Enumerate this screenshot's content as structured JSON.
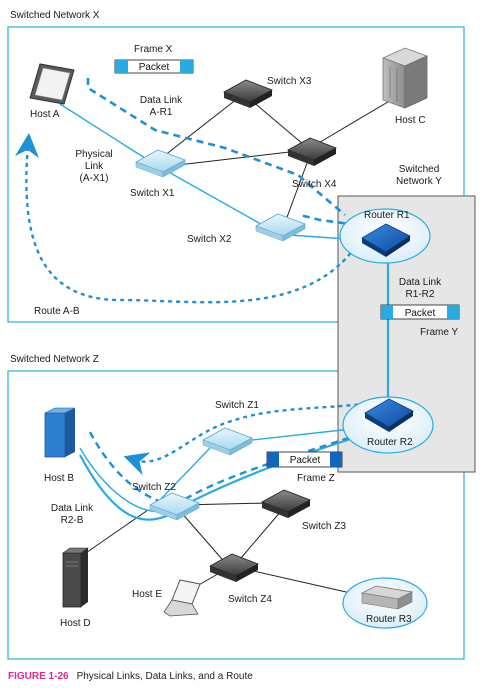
{
  "networks": {
    "x_title": "Switched Network X",
    "y_title": "Switched\nNetwork Y",
    "z_title": "Switched Network Z"
  },
  "hosts": {
    "a": "Host A",
    "b": "Host B",
    "c": "Host C",
    "d": "Host D",
    "e": "Host E"
  },
  "switches": {
    "x1": "Switch X1",
    "x2": "Switch X2",
    "x3": "Switch X3",
    "x4": "Switch X4",
    "z1": "Switch Z1",
    "z2": "Switch Z2",
    "z3": "Switch Z3",
    "z4": "Switch Z4"
  },
  "routers": {
    "r1": "Router R1",
    "r2": "Router R2",
    "r3": "Router R3"
  },
  "frames": {
    "x_label": "Frame X",
    "y_label": "Frame Y",
    "z_label": "Frame Z",
    "packet": "Packet"
  },
  "links": {
    "data_link_ar1": "Data Link\nA-R1",
    "physical_link": "Physical\nLink\n(A-X1)",
    "data_link_r1r2": "Data Link\nR1-R2",
    "data_link_r2b": "Data Link\nR2-B",
    "route_ab": "Route A-B"
  },
  "caption": {
    "figure": "FIGURE 1-26",
    "text": "Physical Links, Data Links, and a Route"
  },
  "colors": {
    "network_border": "#29abe2",
    "link_blue": "#29abe2",
    "dashed_route": "#1e90d6",
    "router_blue": "#1565c0",
    "network_y_fill": "#e6e6e6",
    "figure_label": "#e0288c"
  }
}
